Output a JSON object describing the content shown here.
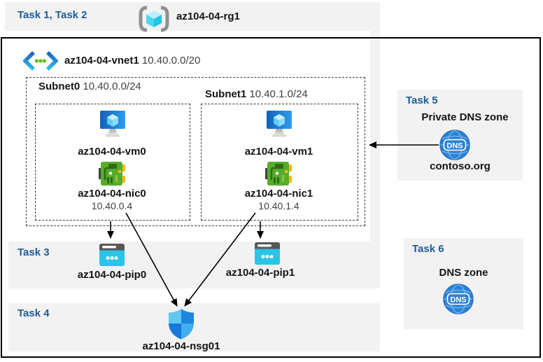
{
  "colors": {
    "band_gray": "#F2F2F2",
    "task_blue": "#1E5C97",
    "text_black": "#141414",
    "text_gray": "#3F3F3F",
    "vm_blue": "#1E88E5",
    "nic_green": "#57AC2B",
    "pip_cyan": "#2BC4E6",
    "dns_blue": "#2B83D6",
    "shield_blue": "#1E86DE"
  },
  "header": {
    "task_label": "Task 1, Task 2",
    "resource_group": "az104-04-rg1"
  },
  "vnet": {
    "name": "az104-04-vnet1",
    "cidr": "10.40.0.0/20"
  },
  "subnets": [
    {
      "name": "Subnet0",
      "cidr": "10.40.0.0/24",
      "vm": "az104-04-vm0",
      "nic": "az104-04-nic0",
      "ip": "10.40.0.4"
    },
    {
      "name": "Subnet1",
      "cidr": "10.40.1.0/24",
      "vm": "az104-04-vm1",
      "nic": "az104-04-nic1",
      "ip": "10.40.1.4"
    }
  ],
  "task3": {
    "label": "Task 3",
    "pip0": "az104-04-pip0",
    "pip1": "az104-04-pip1"
  },
  "task4": {
    "label": "Task 4",
    "nsg": "az104-04-nsg01"
  },
  "task5": {
    "label": "Task 5",
    "title": "Private DNS zone",
    "zone": "contoso.org",
    "icon_text": "DNS"
  },
  "task6": {
    "label": "Task 6",
    "title": "DNS zone",
    "icon_text": "DNS"
  }
}
